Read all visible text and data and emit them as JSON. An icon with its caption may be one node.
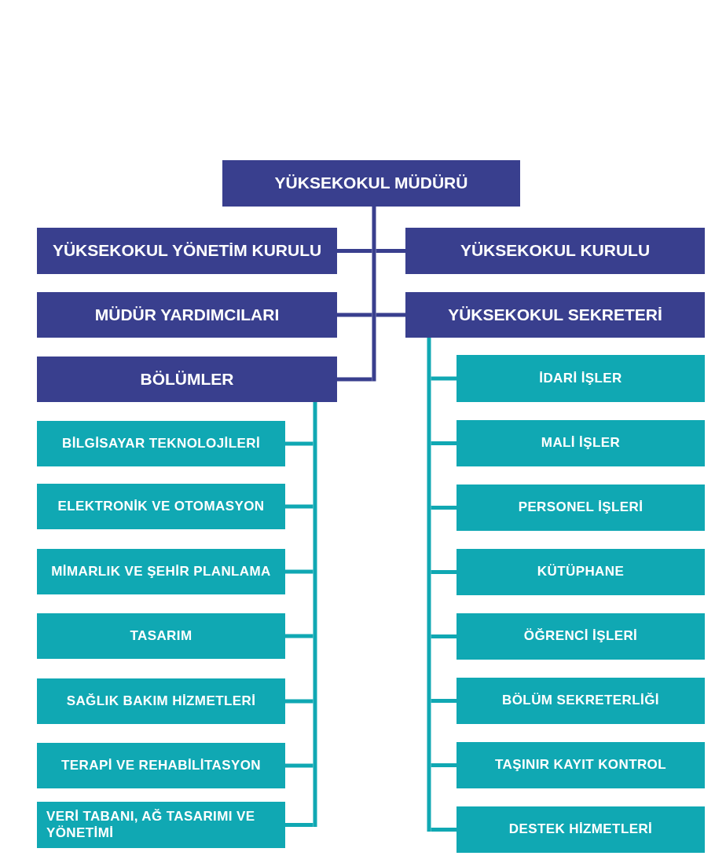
{
  "diagram": {
    "nodes": [
      {
        "text": [
          "YÜKSEKOKUL MÜDÜRÜ"
        ]
      },
      {
        "text": [
          "YÜKSEKOKUL YÖNETİM KURULU"
        ]
      },
      {
        "text": [
          "YÜKSEKOKUL KURULU"
        ]
      },
      {
        "text": [
          "MÜDÜR YARDIMCILARI"
        ]
      },
      {
        "text": [
          "YÜKSEKOKUL SEKRETERİ"
        ]
      },
      {
        "text": [
          "BÖLÜMLER"
        ]
      },
      {
        "text": [
          "BİLGİSAYAR TEKNOLOJİLERİ"
        ]
      },
      {
        "text": [
          "ELEKTRONİK VE OTOMASYON"
        ]
      },
      {
        "text": [
          "MİMARLIK VE ŞEHİR PLANLAMA"
        ]
      },
      {
        "text": [
          "TASARIM"
        ]
      },
      {
        "text": [
          "SAĞLIK BAKIM HİZMETLERİ"
        ]
      },
      {
        "text": [
          "TERAPİ VE REHABİLİTASYON"
        ]
      },
      {
        "text": [
          "VERİ TABANI, AĞ TASARIMI VE YÖNETİMİ"
        ]
      },
      {
        "text": [
          "İDARİ İŞLER"
        ]
      },
      {
        "text": [
          "MALİ İŞLER"
        ]
      },
      {
        "text": [
          "PERSONEL İŞLERİ"
        ]
      },
      {
        "text": [
          "KÜTÜPHANE"
        ]
      },
      {
        "text": [
          "ÖĞRENCİ İŞLERİ"
        ]
      },
      {
        "text": [
          "BÖLÜM SEKRETERLİĞİ"
        ]
      },
      {
        "text": [
          "TAŞINIR KAYIT KONTROL"
        ]
      },
      {
        "text": [
          "DESTEK HİZMETLERİ"
        ]
      }
    ],
    "edges": [
      {
        "from": 0,
        "to": 1,
        "arrow": "none",
        "color": "#393f8e"
      },
      {
        "from": 0,
        "to": 2,
        "arrow": "none",
        "color": "#393f8e"
      },
      {
        "from": 0,
        "to": 3,
        "arrow": "none",
        "color": "#393f8e"
      },
      {
        "from": 0,
        "to": 4,
        "arrow": "none",
        "color": "#393f8e"
      },
      {
        "from": 0,
        "to": 5,
        "arrow": "none",
        "color": "#393f8e"
      },
      {
        "from": 5,
        "to": 6,
        "arrow": "none"
      },
      {
        "from": 5,
        "to": 7,
        "arrow": "none"
      },
      {
        "from": 5,
        "to": 8,
        "arrow": "none"
      },
      {
        "from": 5,
        "to": 9,
        "arrow": "none"
      },
      {
        "from": 5,
        "to": 10,
        "arrow": "none"
      },
      {
        "from": 5,
        "to": 11,
        "arrow": "none"
      },
      {
        "from": 5,
        "to": 12,
        "arrow": "none"
      },
      {
        "from": 4,
        "to": 13,
        "arrow": "none"
      },
      {
        "from": 4,
        "to": 14,
        "arrow": "none"
      },
      {
        "from": 4,
        "to": 15,
        "arrow": "none"
      },
      {
        "from": 4,
        "to": 16,
        "arrow": "none"
      },
      {
        "from": 4,
        "to": 17,
        "arrow": "none"
      },
      {
        "from": 4,
        "to": 18,
        "arrow": "none"
      },
      {
        "from": 4,
        "to": 19,
        "arrow": "none"
      },
      {
        "from": 4,
        "to": 20,
        "arrow": "none"
      }
    ]
  }
}
